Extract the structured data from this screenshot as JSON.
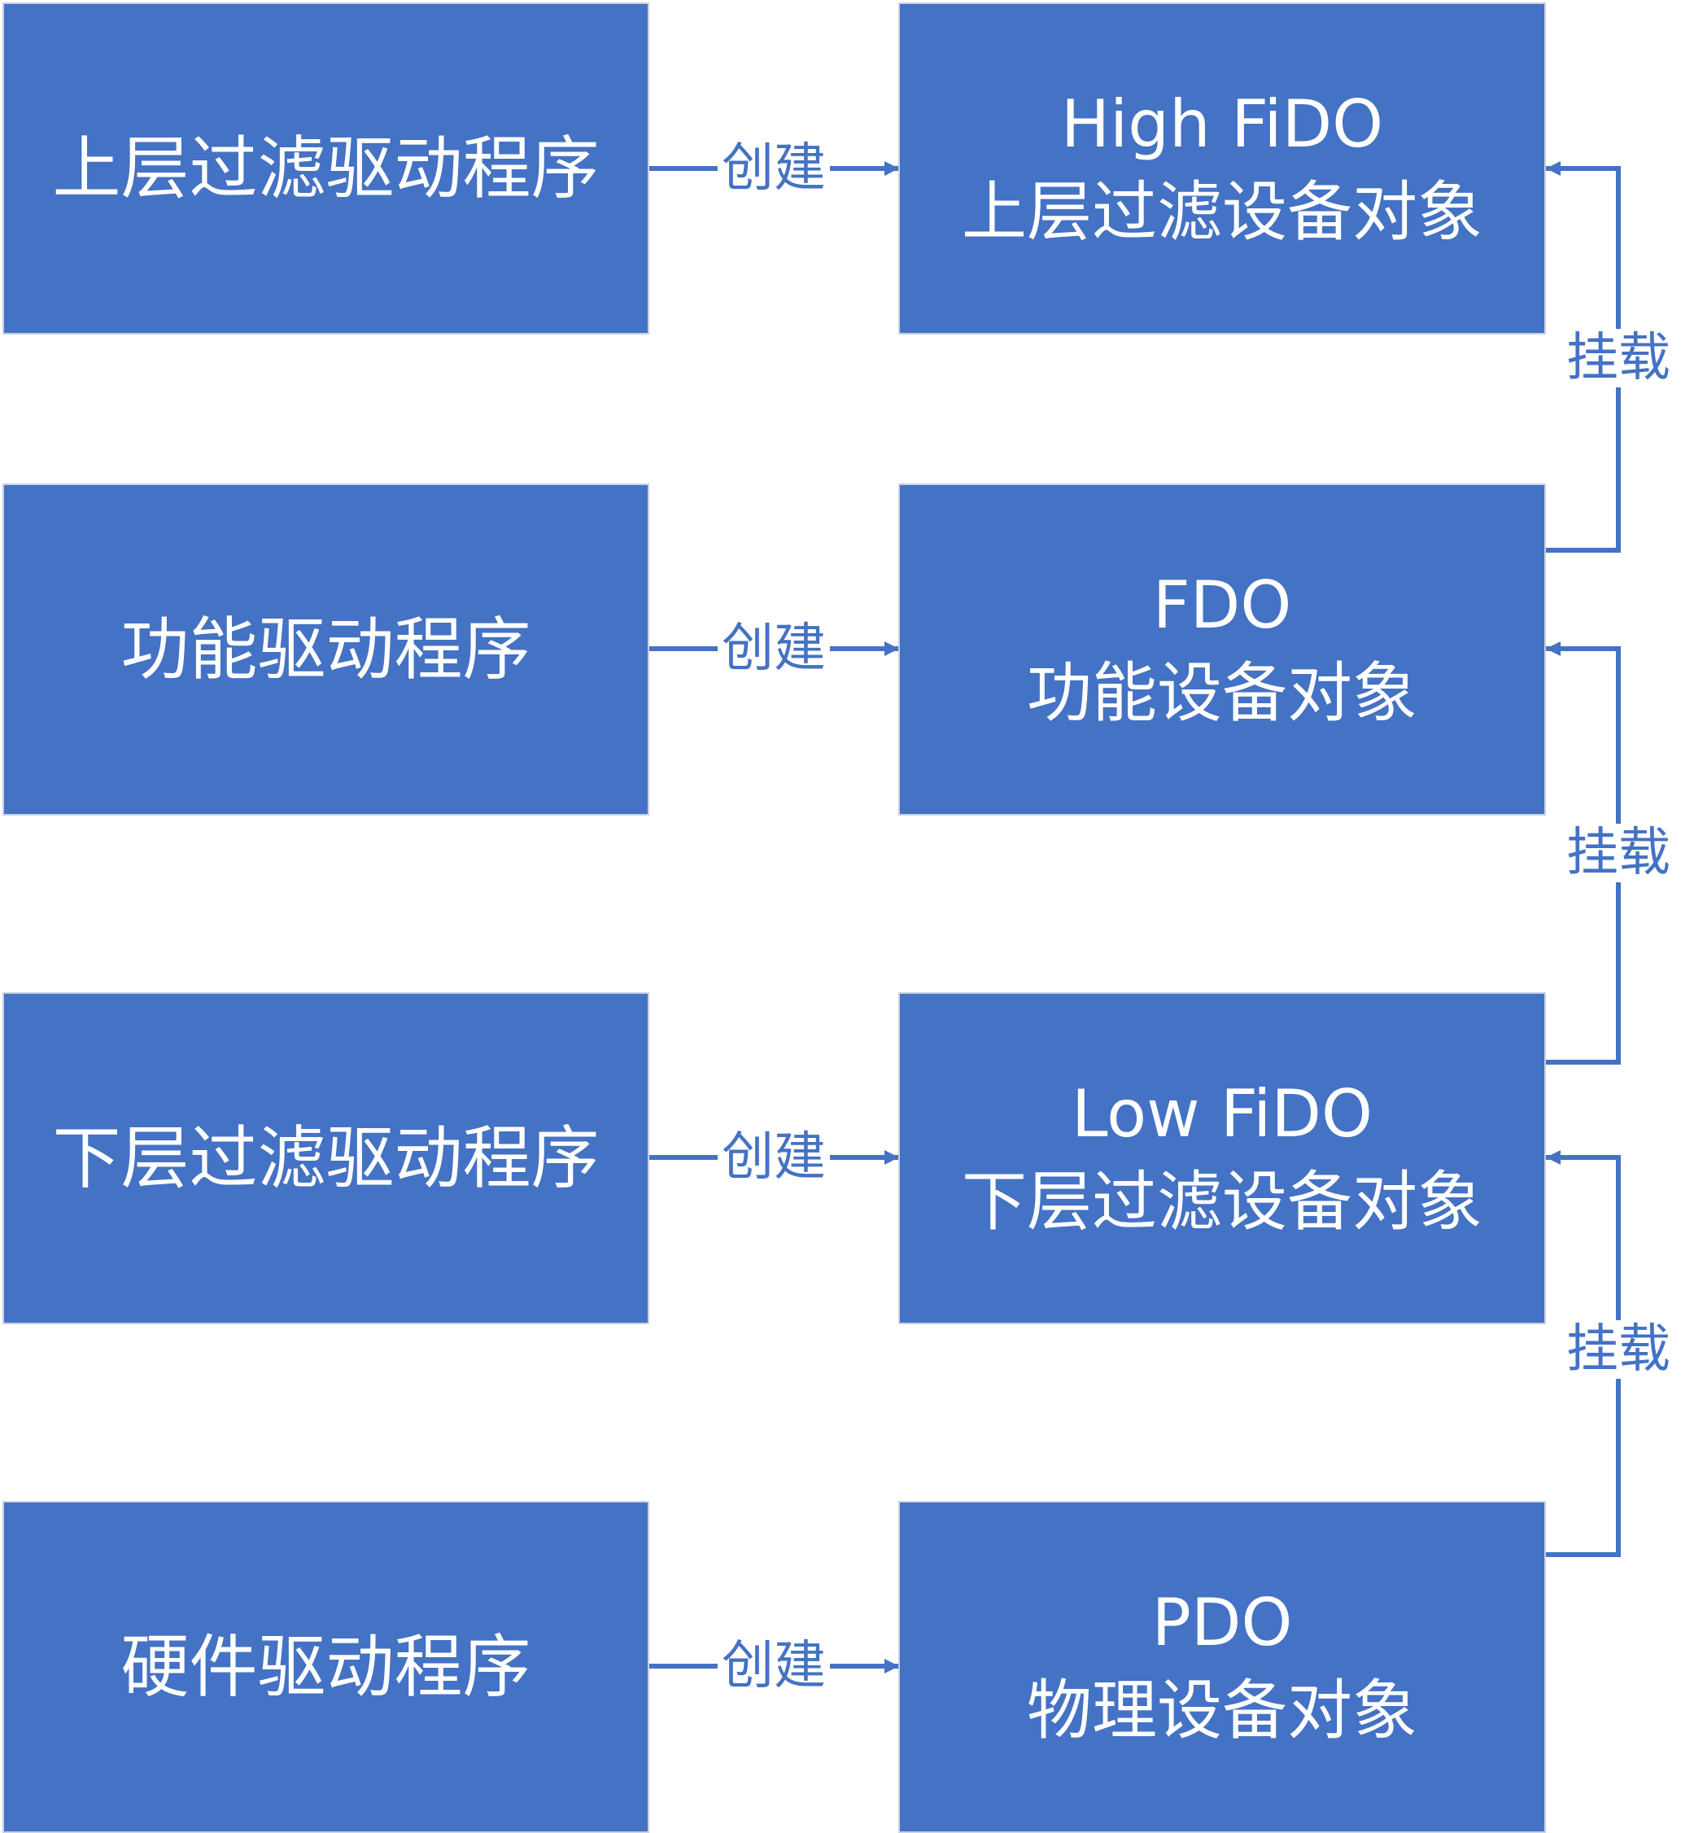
{
  "colors": {
    "box_fill": "#4472c4",
    "box_text": "#ffffff",
    "connector": "#4472c4"
  },
  "drivers": [
    {
      "label": "上层过滤驱动程序"
    },
    {
      "label": "功能驱动程序"
    },
    {
      "label": "下层过滤驱动程序"
    },
    {
      "label": "硬件驱动程序"
    }
  ],
  "device_objects": [
    {
      "line1": "High FiDO",
      "line2": "上层过滤设备对象"
    },
    {
      "line1": "FDO",
      "line2": "功能设备对象"
    },
    {
      "line1": "Low FiDO",
      "line2": "下层过滤设备对象"
    },
    {
      "line1": "PDO",
      "line2": "物理设备对象"
    }
  ],
  "create_label": "创建",
  "attach_label": "挂载"
}
